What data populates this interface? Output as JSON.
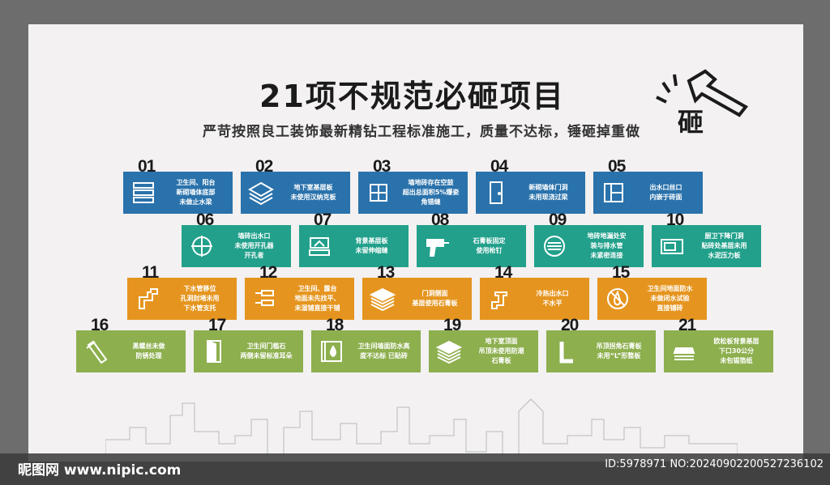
{
  "header": {
    "title": "21项不规范必砸项目",
    "subtitle": "严苛按照良工装饰最新精钻工程标准施工，质量不达标，锤砸掉重做",
    "hammer_label": "砸"
  },
  "colors": {
    "blue": "#2a72ab",
    "teal": "#22a08b",
    "orange": "#e5951f",
    "green": "#8daf4e"
  },
  "items": [
    {
      "num": "01",
      "text": "卫生间、阳台\n新砌墙体底部\n未做止水梁",
      "icon": "bricks-icon",
      "color": "blue"
    },
    {
      "num": "02",
      "text": "地下室基层板\n未使用汉纳克板",
      "icon": "layers-icon",
      "color": "blue"
    },
    {
      "num": "03",
      "text": "墙地砖存在空鼓\n超出总面积5%爆瓷\n角错缝",
      "icon": "tiles-icon",
      "color": "blue"
    },
    {
      "num": "04",
      "text": "新砌墙体门洞\n未用现浇过梁",
      "icon": "door-icon",
      "color": "blue"
    },
    {
      "num": "05",
      "text": "出水口丝口\n内嵌于砖面",
      "icon": "panel-icon",
      "color": "blue"
    },
    {
      "num": "06",
      "text": "墙砖出水口\n未使用开孔器\n开孔者",
      "icon": "crosshair-icon",
      "color": "teal"
    },
    {
      "num": "07",
      "text": "背景基层板\n未留伸缩缝",
      "icon": "board-icon",
      "color": "teal"
    },
    {
      "num": "08",
      "text": "石膏板固定\n使用枪钉",
      "icon": "drill-icon",
      "color": "teal"
    },
    {
      "num": "09",
      "text": "地砖地漏处安\n装与排水管\n未紧密连接",
      "icon": "drain-icon",
      "color": "teal"
    },
    {
      "num": "10",
      "text": "厨卫下降门洞\n贴砖处基层未用\n水泥压力板",
      "icon": "microwave-icon",
      "color": "teal"
    },
    {
      "num": "11",
      "text": "下水管移位\n孔洞封堵未用\n下水管支托",
      "icon": "pipe-icon",
      "color": "orange"
    },
    {
      "num": "12",
      "text": "卫生间、露台\n地面未先找平、\n未湿铺直接干铺",
      "icon": "level-icon",
      "color": "orange"
    },
    {
      "num": "13",
      "text": "门洞侧面\n基层使用石膏板",
      "icon": "stack-icon",
      "color": "orange"
    },
    {
      "num": "14",
      "text": "冷热出水口\n不水平",
      "icon": "faucet-icon",
      "color": "orange"
    },
    {
      "num": "15",
      "text": "卫生间地面防水\n未做闭水试验\n直接铺砖",
      "icon": "no-water-icon",
      "color": "orange"
    },
    {
      "num": "16",
      "text": "黑螺丝未做\n防锈处理",
      "icon": "screw-icon",
      "color": "green"
    },
    {
      "num": "17",
      "text": "卫生间门槛石\n两侧未留标准耳朵",
      "icon": "door-open-icon",
      "color": "green"
    },
    {
      "num": "18",
      "text": "卫生间墙面防水高\n度不达标 已贴砖",
      "icon": "waterproof-icon",
      "color": "green"
    },
    {
      "num": "19",
      "text": "地下室顶面\n吊顶未使用防潮\n石膏板",
      "icon": "stack-icon",
      "color": "green"
    },
    {
      "num": "20",
      "text": "吊顶拐角石膏板\n未用“L”形整板",
      "icon": "l-shape-icon",
      "color": "green"
    },
    {
      "num": "21",
      "text": "欧松板背景基层\n下口30公分\n未包锡箔纸",
      "icon": "sheets-icon",
      "color": "green"
    }
  ],
  "footer": {
    "logo": "昵图网 www.nipic.com",
    "id": "ID:5978971 NO:20240902200527236102"
  }
}
